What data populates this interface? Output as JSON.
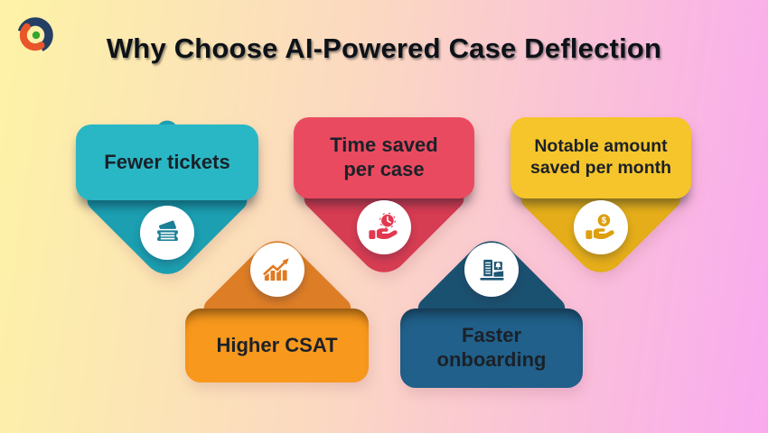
{
  "header": {
    "title": "Why Choose AI-Powered Case Deflection",
    "logo": "c-brand-logo"
  },
  "background": {
    "gradient_left": "#fdf3a6",
    "gradient_mid": "#fbd8c2",
    "gradient_right": "#f9aaef"
  },
  "logo_colors": {
    "navy": "#243f63",
    "orange": "#e8562a",
    "green": "#33a52e"
  },
  "bubbles": [
    {
      "label": "Fewer tickets",
      "icon": "tickets-icon",
      "direction": "down",
      "box_color": "#2ab7c5",
      "pointer_color": "#1b9fb1",
      "icon_color": "#1b8096"
    },
    {
      "label": "Time saved per case",
      "icon": "clock-in-hand-icon",
      "direction": "down",
      "box_color": "#ea4a5f",
      "pointer_color": "#d63c52",
      "icon_color": "#e23950"
    },
    {
      "label": "Notable amount saved per month",
      "icon": "dollar-in-hand-icon",
      "direction": "down",
      "box_color": "#f5c52b",
      "pointer_color": "#e4ad19",
      "icon_color": "#dd9f0e"
    },
    {
      "label": "Higher CSAT",
      "icon": "growth-chart-icon",
      "direction": "up",
      "box_color": "#f8981d",
      "pointer_color": "#dd7d26",
      "icon_color": "#df7b22"
    },
    {
      "label": "Faster onboarding",
      "icon": "onboarding-laptop-icon",
      "direction": "up",
      "box_color": "#20608a",
      "pointer_color": "#1b5170",
      "icon_color": "#1d5674"
    }
  ]
}
